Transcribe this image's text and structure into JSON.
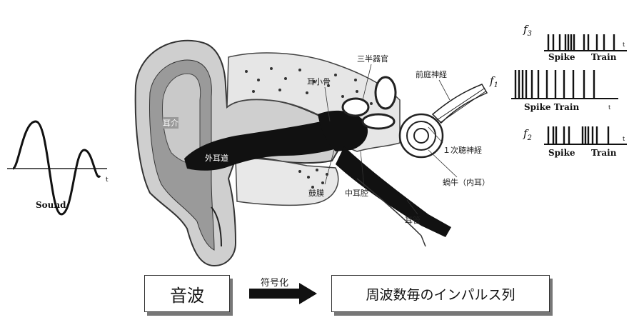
{
  "sound": {
    "label": "Sound",
    "axis_t": "t"
  },
  "ear_labels": {
    "outer_ear": "耳介",
    "ear_canal": "外耳道",
    "ossicles": "耳小骨",
    "semicircular_canals": "三半器官",
    "vestibular_nerve": "前庭神経",
    "primary_auditory_nerve": "１次聴神経",
    "cochlea": "蝸牛（内耳）",
    "eardrum": "鼓膜",
    "middle_ear_cavity": "中耳腔",
    "eustachian_tube": "耳管"
  },
  "spike_trains": [
    {
      "freq": "f",
      "sub": "3",
      "label_a": "Spike",
      "label_b": "Train",
      "axis": "t"
    },
    {
      "freq": "f",
      "sub": "1",
      "label_a": "Spike Train",
      "label_b": "",
      "axis": "t"
    },
    {
      "freq": "f",
      "sub": "2",
      "label_a": "Spike",
      "label_b": "Train",
      "axis": "t"
    }
  ],
  "flow": {
    "input_box": "音波",
    "arrow_label": "符号化",
    "output_box": "周波数毎のインパルス列"
  }
}
